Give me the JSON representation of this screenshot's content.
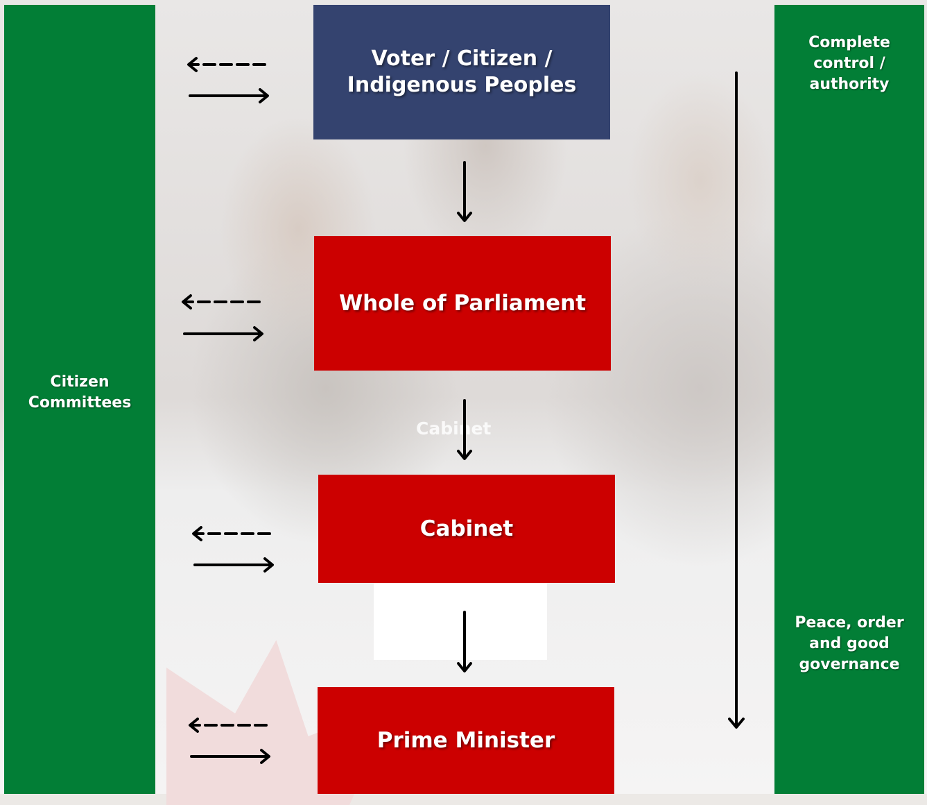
{
  "left_panel": {
    "label": "Citizen Committees"
  },
  "right_panel": {
    "top_label": "Complete control / authority",
    "bottom_label": "Peace, order and good governance"
  },
  "boxes": {
    "voter": "Voter / Citizen / Indigenous Peoples",
    "parliament": "Whole of Parliament",
    "cabinet": "Cabinet",
    "prime_minister": "Prime Minister"
  },
  "ghost_label": "Cabinet",
  "colors": {
    "panel_green": "#027e36",
    "voter_blue": "#34436f",
    "level_red": "#cc0000"
  }
}
